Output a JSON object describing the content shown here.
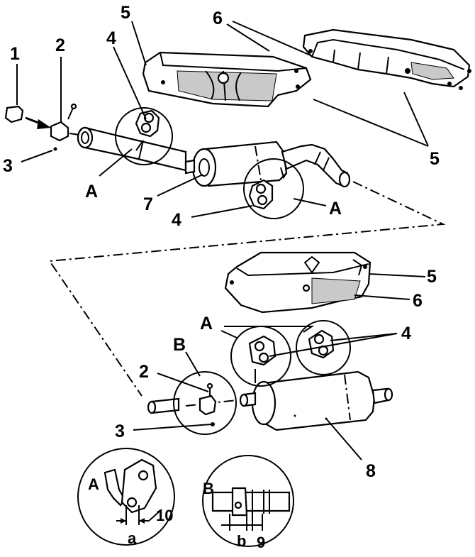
{
  "labels": {
    "n1": "1",
    "n2a": "2",
    "n3a": "3",
    "n4a": "4",
    "n5a": "5",
    "n6a": "6",
    "n5b": "5",
    "nAa": "A",
    "n7": "7",
    "n4b": "4",
    "nAb": "A",
    "n5c": "5",
    "n6b": "6",
    "nAc": "A",
    "n4c": "4",
    "nB": "B",
    "n2b": "2",
    "n3b": "3",
    "n8": "8",
    "dA": "A",
    "d10": "10",
    "da": "a",
    "dB": "B",
    "db": "b",
    "d9": "9"
  }
}
